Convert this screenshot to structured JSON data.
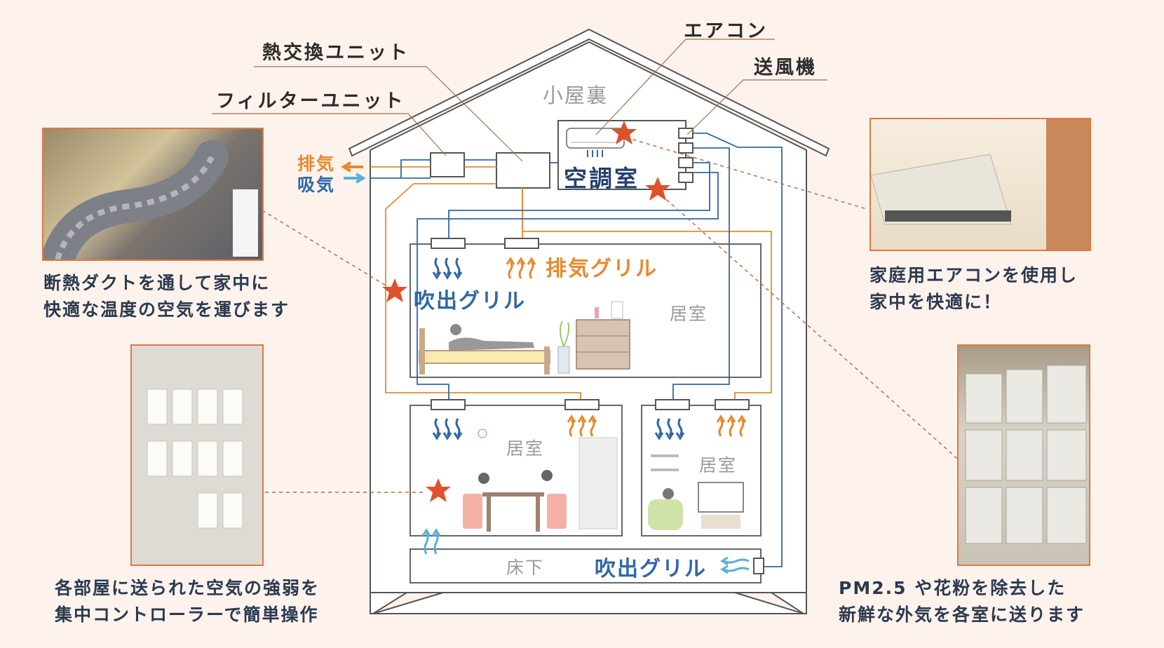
{
  "labels": {
    "heat_exchanger": "熱交換ユニット",
    "filter_unit": "フィルターユニット",
    "aircon": "エアコン",
    "blower": "送風機",
    "attic": "小屋裏",
    "ac_room": "空調室",
    "exhaust": "排気",
    "intake": "吸気",
    "exhaust_grill": "排気グリル",
    "supply_grill_upper": "吹出グリル",
    "supply_grill_floor": "吹出グリル",
    "room_upper": "居室",
    "room_lower_left": "居室",
    "room_lower_right": "居室",
    "underfloor": "床下"
  },
  "captions": {
    "duct_line1": "断熱ダクトを通して家中に",
    "duct_line2": "快適な温度の空気を運びます",
    "controller_line1": "各部屋に送られた空気の強弱を",
    "controller_line2": "集中コントローラーで簡単操作",
    "aircon_line1": "家庭用エアコンを使用し",
    "aircon_line2": "家中を快適に！",
    "filter_line1": "PM2.5 や花粉を除去した",
    "filter_line2": "新鮮な外気を各室に送ります"
  },
  "colors": {
    "background": "#fdf3ec",
    "supply_blue": "#2f68a8",
    "exhaust_orange": "#e8892c",
    "star": "#e0502a",
    "photo_border": "#e07840"
  }
}
